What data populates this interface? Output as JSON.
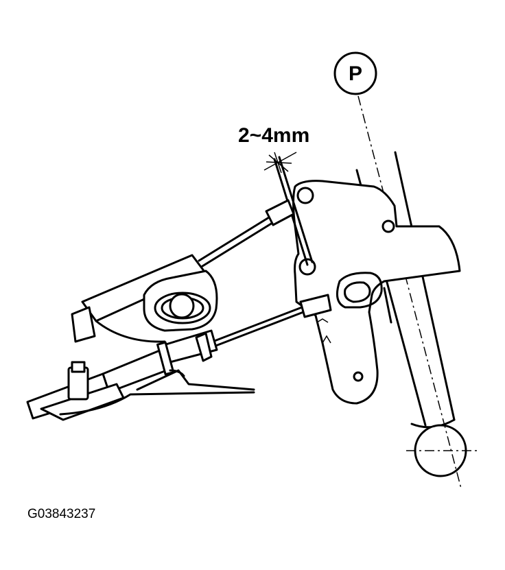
{
  "diagram": {
    "dimension_label": "2~4mm",
    "position_label": "P",
    "figure_id": "G03843237"
  }
}
